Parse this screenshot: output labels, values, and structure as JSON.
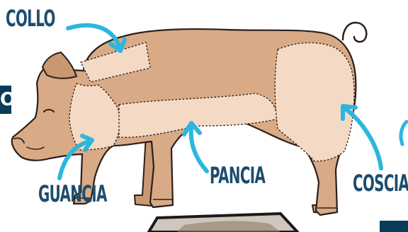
{
  "labels": {
    "collo": "COLLO",
    "pancia": "PANCIA",
    "guancia": "GUANCIA",
    "coscia": "COSCIA"
  },
  "side_tab": {
    "text": "O"
  },
  "colors": {
    "label": "#1d4d6e",
    "arrow": "#2db6dd",
    "body": "#d9aa86",
    "cut": "#f4dac5",
    "outline": "#2b1f1a",
    "tab": "#0b3b5a"
  }
}
